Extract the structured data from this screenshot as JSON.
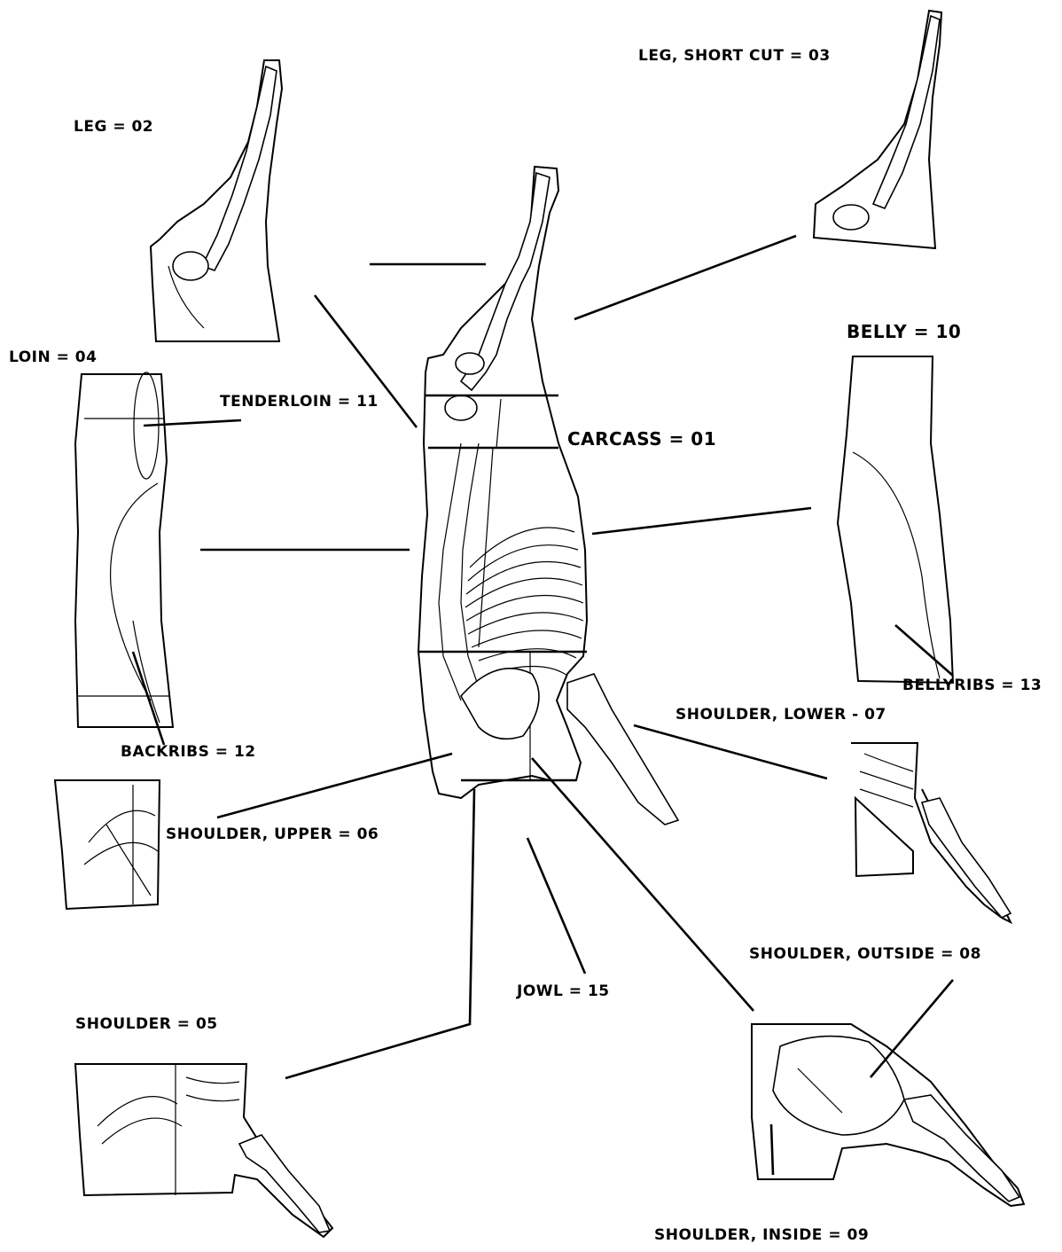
{
  "labels": {
    "leg": "LEG = 02",
    "leg_short_cut": "LEG, SHORT CUT = 03",
    "belly": "BELLY = 10",
    "loin": "LOIN = 04",
    "tenderloin": "TENDERLOIN = 11",
    "carcass": "CARCASS = 01",
    "bellyribs": "BELLYRIBS = 13",
    "shoulder_lower": "SHOULDER, LOWER - 07",
    "backribs": "BACKRIBS = 12",
    "shoulder_upper": "SHOULDER, UPPER = 06",
    "shoulder_outside": "SHOULDER, OUTSIDE = 08",
    "jowl": "JOWL = 15",
    "shoulder": "SHOULDER = 05",
    "shoulder_inside": "SHOULDER, INSIDE = 09"
  }
}
